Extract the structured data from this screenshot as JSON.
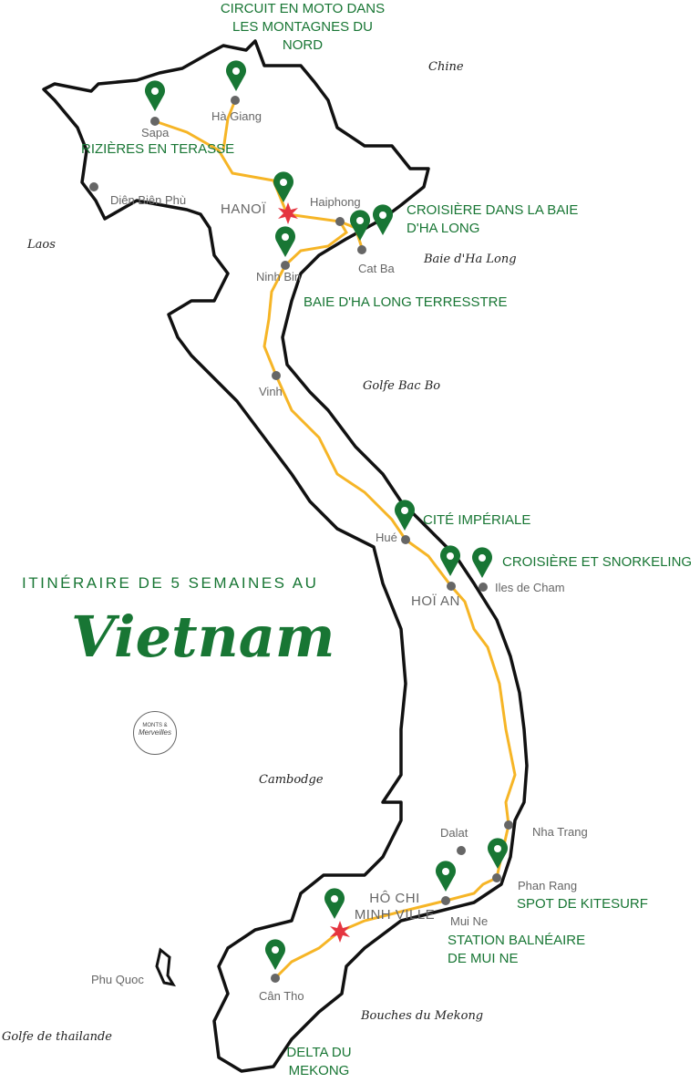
{
  "title": {
    "line1": "ITINÉRAIRE DE 5 SEMAINES AU",
    "country": "Vietnam"
  },
  "logo": {
    "top": "MONTS &",
    "bottom": "Merveilles"
  },
  "colors": {
    "green": "#187634",
    "route": "#f6b526",
    "border": "#111111",
    "city_dot": "#666666",
    "star": "#e53540"
  },
  "cities": {
    "sapa": "Sapa",
    "ha_giang": "Hà Giang",
    "dien_bien_phu": "Diên Biên Phù",
    "hanoi": "HANOÏ",
    "haiphong": "Haiphong",
    "cat_ba": "Cat Ba",
    "ninh_binh": "Ninh Bin",
    "vinh": "Vinh",
    "hue": "Hué",
    "hoi_an": "HOÏ AN",
    "iles_de_cham": "Iles de Cham",
    "dalat": "Dalat",
    "nha_trang": "Nha Trang",
    "phan_rang": "Phan Rang",
    "mui_ne": "Mui Ne",
    "hcmc": "HÔ CHI MINH VILLE",
    "can_tho": "Cân Tho",
    "phu_quoc": "Phu Quoc"
  },
  "activities": {
    "moto": "CIRCUIT EN MOTO DANS LES MONTAGNES DU NORD",
    "rizieres": "RIZIÈRES EN TERASSE",
    "croisiere_halong": "CROISIÈRE DANS LA BAIE D'HA LONG",
    "halong_terrestre": "BAIE D'HA LONG TERRESSTRE",
    "cite_imperiale": "CITÉ IMPÉRIALE",
    "snorkeling": "CROISIÈRE ET SNORKELING",
    "kitesurf": "SPOT DE KITESURF",
    "mui_ne": "STATION BALNÉAIRE DE MUI NE",
    "mekong": "DELTA DU MEKONG"
  },
  "regions": {
    "chine": "Chine",
    "laos": "Laos",
    "baie_halong": "Baie d'Ha Long",
    "golfe_bac_bo": "Golfe Bac Bo",
    "cambodge": "Cambodge",
    "bouches_mekong": "Bouches du Mekong",
    "golfe_thailande": "Golfe de thailande"
  }
}
